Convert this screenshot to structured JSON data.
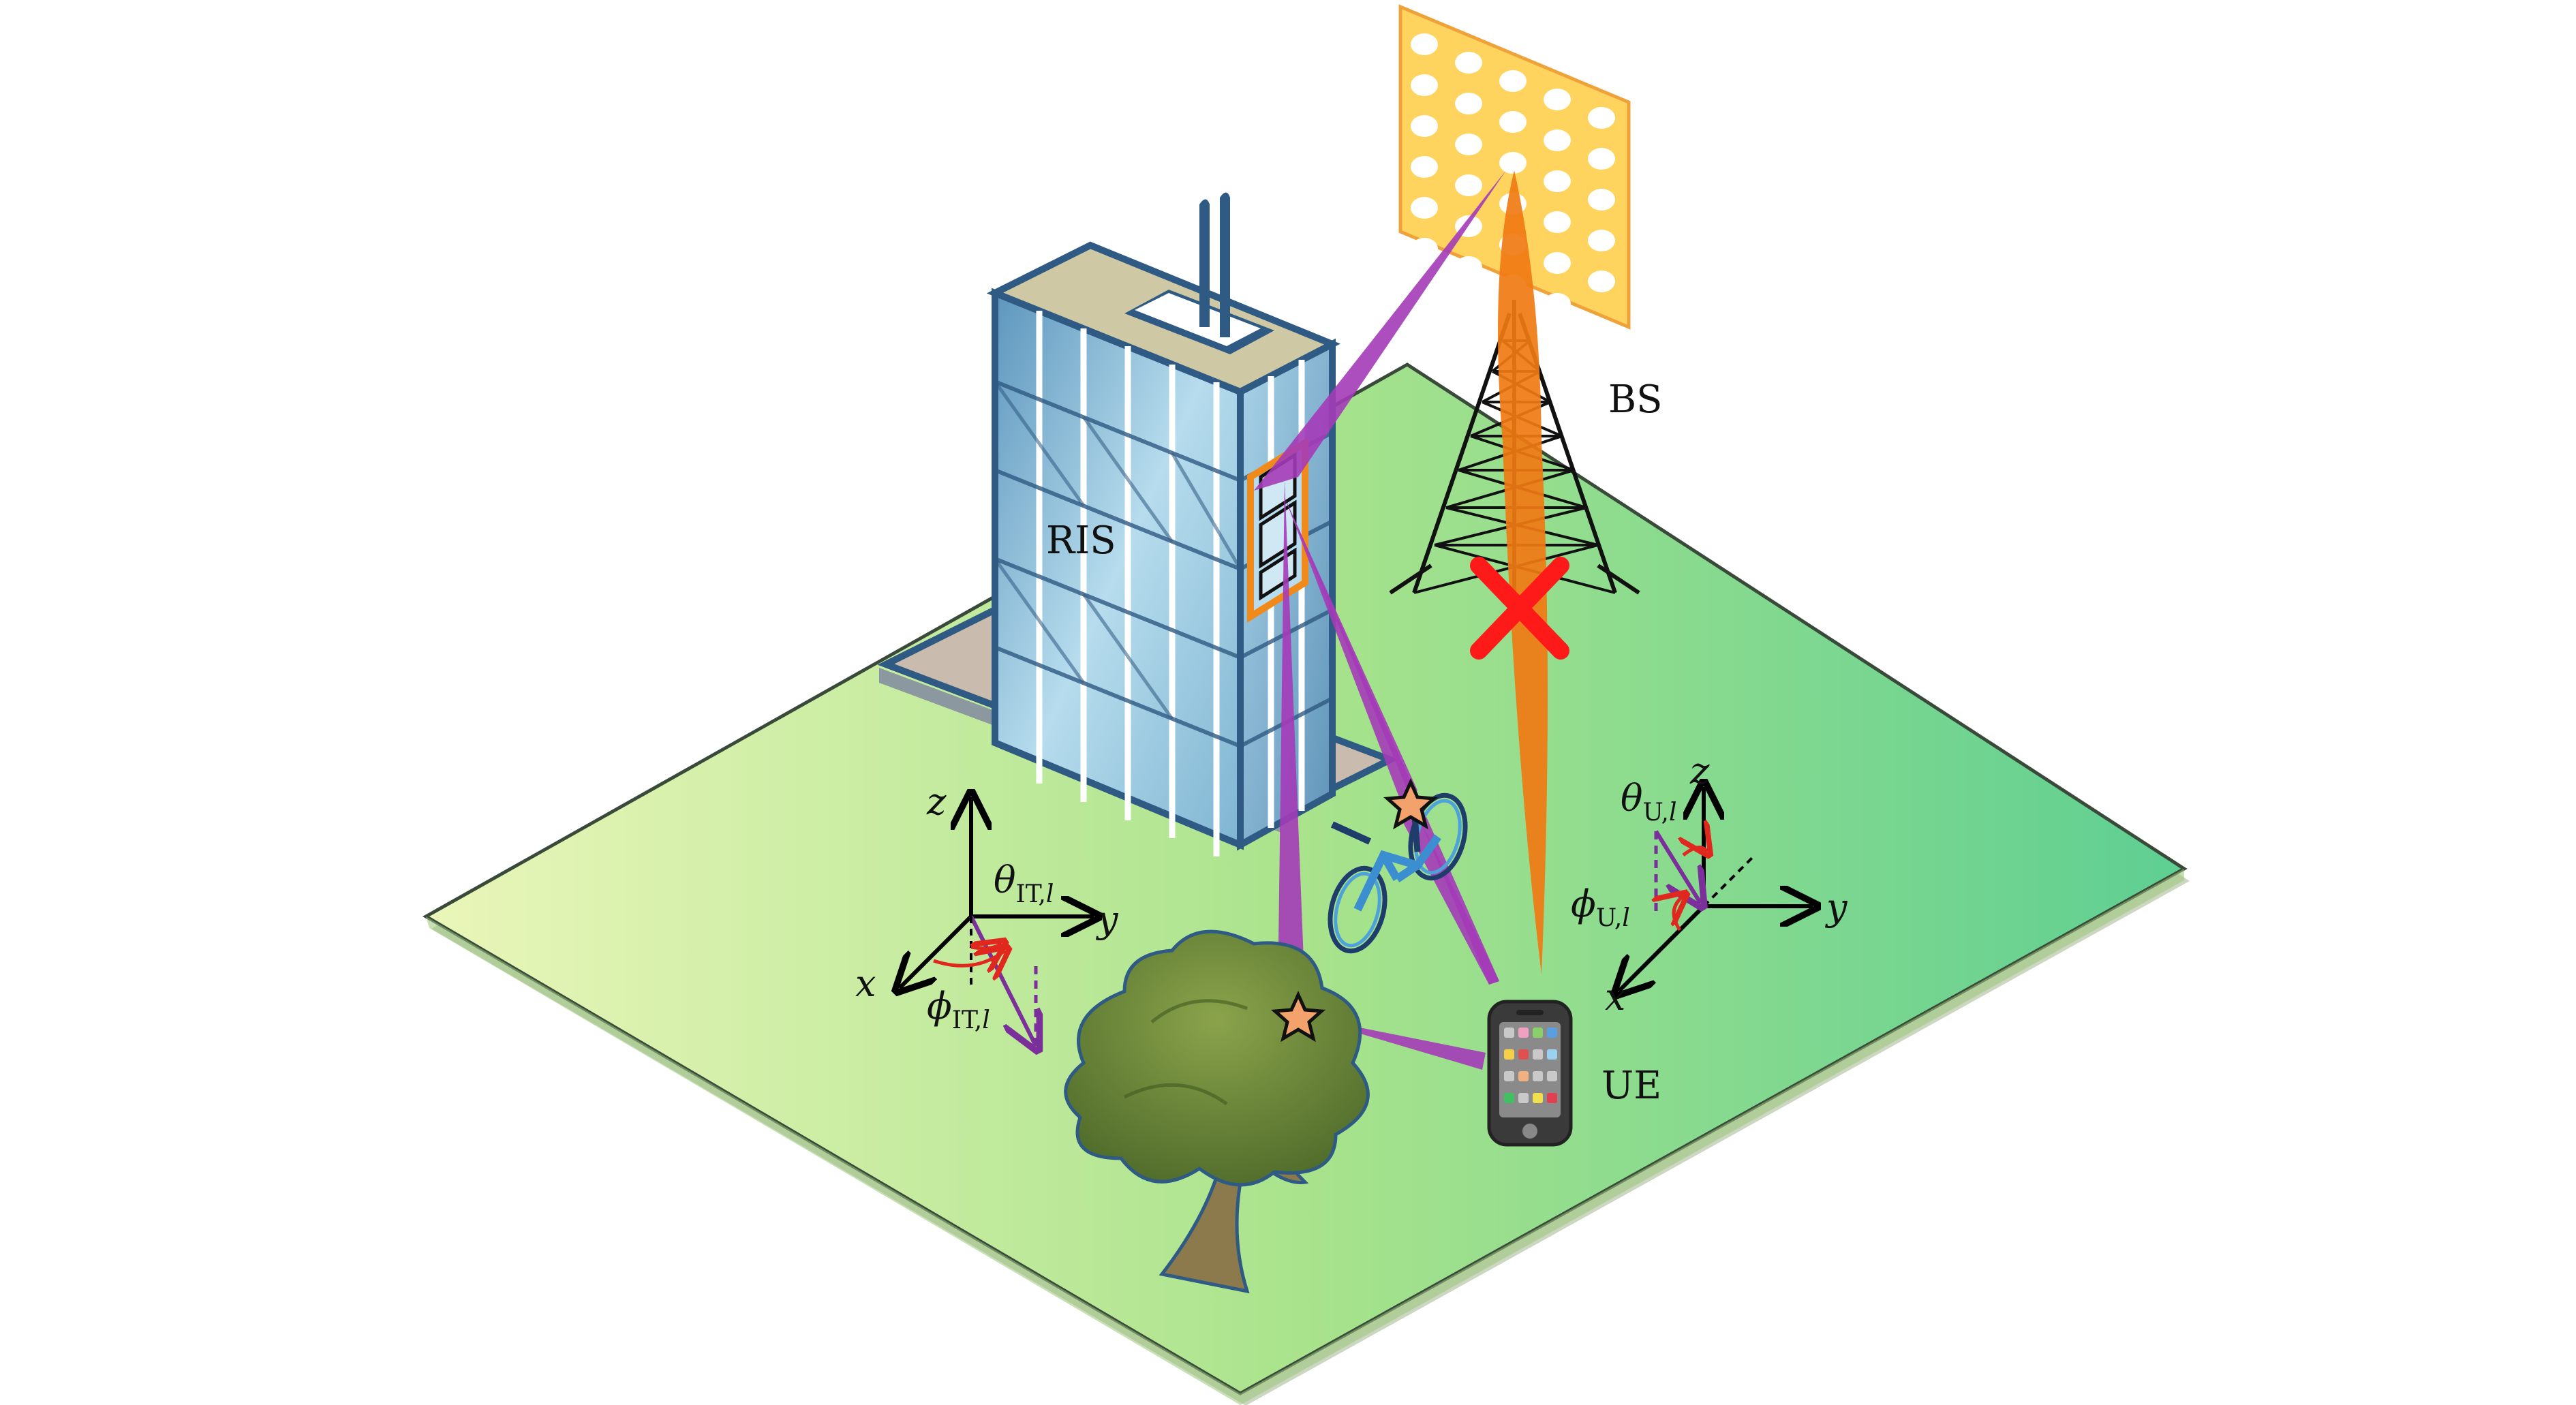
{
  "labels": {
    "ris": "RIS",
    "bs": "BS",
    "ue": "UE"
  },
  "axes_left": {
    "x": "x",
    "y": "y",
    "z": "z",
    "theta_symbol": "θ",
    "theta_sub": "IT,",
    "theta_sub_idx": "l",
    "phi_symbol": "ϕ",
    "phi_sub": "IT,",
    "phi_sub_idx": "l"
  },
  "axes_right": {
    "x": "x",
    "y": "y",
    "z": "z",
    "theta_symbol": "θ",
    "theta_sub": "U,",
    "theta_sub_idx": "l",
    "phi_symbol": "ϕ",
    "phi_sub": "U,",
    "phi_sub_idx": "l"
  },
  "colors": {
    "ground_light": "#e8f5b6",
    "ground_dark": "#5fd08f",
    "beam_purple": "#a43bb8",
    "beam_orange": "#f07a12",
    "blocked_cross": "#ff1a1a",
    "building_glass": "#8fc1dc",
    "building_outline": "#2f5a83",
    "ris_panel": "#f08a1a",
    "bs_panel": "#ffd45e",
    "tree_foliage": "#6e8c3a",
    "tree_trunk": "#7a6a44",
    "scatter_star": "#f3a26b"
  },
  "icons": {
    "building": "building-icon",
    "tower": "tower-icon",
    "phone": "phone-icon",
    "tree": "tree-icon",
    "bicycle": "bicycle-icon",
    "star": "star-icon",
    "cross": "cross-icon"
  }
}
